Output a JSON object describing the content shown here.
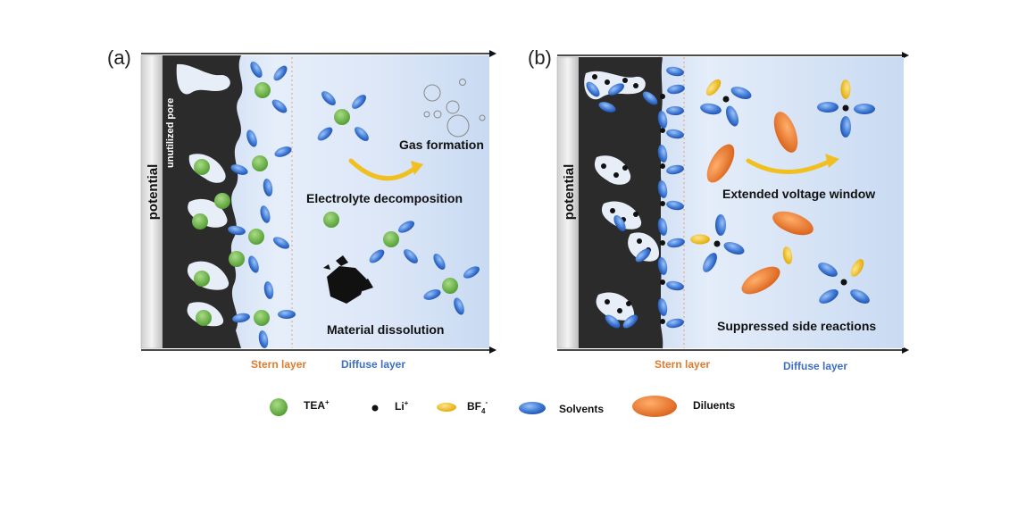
{
  "panel_a": {
    "label": "(a)",
    "potential": "potential",
    "unutilized_pore": "unutilized pore",
    "gas_formation": "Gas formation",
    "electrolyte_decomposition": "Electrolyte decomposition",
    "material_dissolution": "Material dissolution",
    "stern_layer": "Stern layer",
    "diffuse_layer": "Diffuse layer"
  },
  "panel_b": {
    "label": "(b)",
    "potential": "potential",
    "extended_voltage_window": "Extended voltage window",
    "suppressed_side_reactions": "Suppressed side reactions",
    "stern_layer": "Stern layer",
    "diffuse_layer": "Diffuse layer"
  },
  "legend": {
    "tea_base": "TEA",
    "tea_sup": "+",
    "li_base": "Li",
    "li_sup": "+",
    "bf_base": "BF",
    "bf_sub": "4",
    "bf_sup": "-",
    "solvents": "Solvents",
    "diluents": "Diluents"
  },
  "colors": {
    "electrode": "#2b2b2b",
    "electrolyte_light": "#eef3fb",
    "electrolyte_blue": "#bdd2ee",
    "tea_green": "#6db84a",
    "li_black": "#111111",
    "bf4_yellow": "#f2c21a",
    "solvent_blue": "#3f79d6",
    "diluent_orange": "#ea7a2a",
    "stern_label": "#e07b2e",
    "diffuse_label": "#3f6fc4",
    "arrow_yellow": "#f0c020"
  }
}
